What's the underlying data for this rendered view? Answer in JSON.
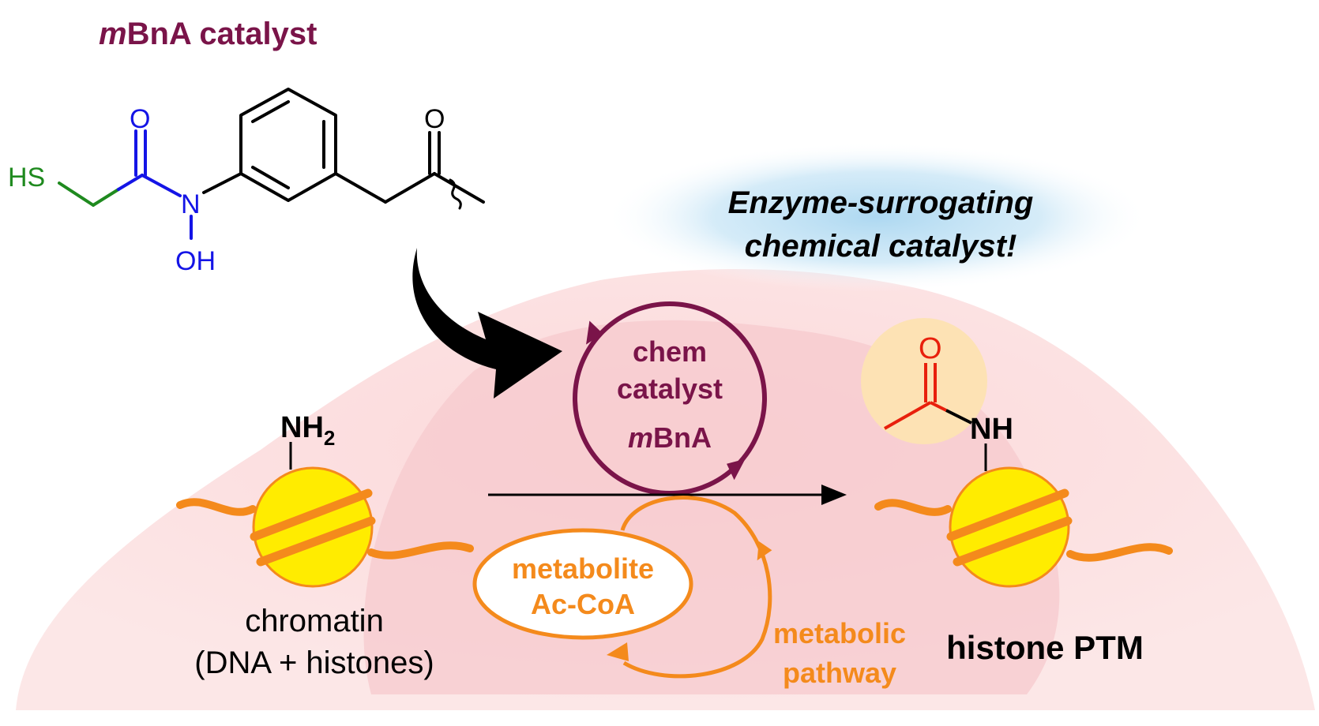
{
  "catalyst_title": {
    "italic": "m",
    "rest": "BnA catalyst"
  },
  "molecule": {
    "hs": "HS",
    "o_left": "O",
    "n": "N",
    "oh": "OH",
    "o_right": "O"
  },
  "bubble": {
    "line1": "Enzyme-surrogating",
    "line2": "chemical catalyst!"
  },
  "chem_cycle": {
    "line1": "chem",
    "line2": "catalyst",
    "line3_italic": "m",
    "line3_rest": "BnA"
  },
  "metabolite": {
    "line1": "metabolite",
    "line2": "Ac-CoA"
  },
  "pathway": {
    "line1": "metabolic",
    "line2": "pathway"
  },
  "chromatin_left": {
    "nh2": "NH",
    "nh2_sub": "2",
    "label1": "chromatin",
    "label2": "(DNA + histones)"
  },
  "chromatin_right": {
    "o": "O",
    "nh": "NH",
    "label": "histone PTM"
  },
  "colors": {
    "maroon": "#7a1449",
    "blue": "#1414e6",
    "green": "#1f8a1f",
    "orange": "#f48a1c",
    "yellow": "#ffec00",
    "red": "#e8200c",
    "cell": "#fbd9da",
    "nucleus": "#f8c8cc",
    "bubble": "#b9def2",
    "acetyl_halo": "#fde2b4"
  }
}
